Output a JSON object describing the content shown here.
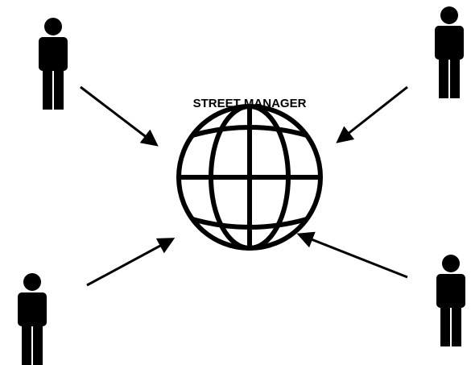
{
  "diagram": {
    "title": "STREET MANAGER",
    "center_icon": "globe-icon",
    "nodes": [
      {
        "id": "user-top-left",
        "icon": "person-icon"
      },
      {
        "id": "user-top-right",
        "icon": "person-icon"
      },
      {
        "id": "user-bottom-left",
        "icon": "person-icon"
      },
      {
        "id": "user-bottom-right",
        "icon": "person-icon"
      }
    ],
    "edges": [
      {
        "from": "user-top-left",
        "to": "globe"
      },
      {
        "from": "user-top-right",
        "to": "globe"
      },
      {
        "from": "user-bottom-left",
        "to": "globe"
      },
      {
        "from": "user-bottom-right",
        "to": "globe"
      }
    ],
    "colors": {
      "stroke": "#000000",
      "background": "#ffffff"
    }
  }
}
